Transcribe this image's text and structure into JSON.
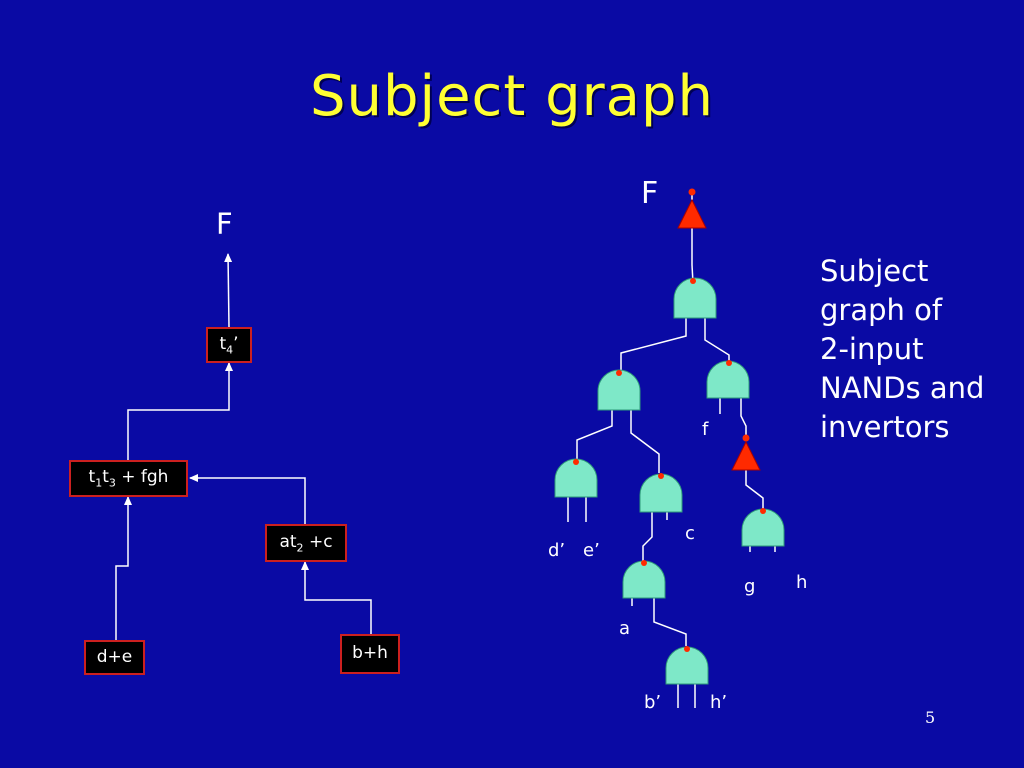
{
  "slide": {
    "title": "Subject graph",
    "number": "5"
  },
  "left_graph": {
    "output": "F",
    "nodes": {
      "t4": {
        "main": "t",
        "sub": "4",
        "suffix": "’"
      },
      "t1t3": {
        "a": "t",
        "sub1": "1",
        "b": "t",
        "sub2": "3",
        "rest": " + fgh"
      },
      "at2": {
        "main": "at",
        "sub": "2",
        "rest": " +c"
      },
      "de": "d+e",
      "bh": "b+h"
    }
  },
  "right_graph": {
    "output": "F",
    "labels": {
      "f": "f",
      "c": "c",
      "d": "d’",
      "e": "e’",
      "g": "g",
      "h": "h",
      "a": "a",
      "b": "b’",
      "hp": "h’"
    }
  },
  "caption": {
    "lines": [
      "Subject",
      "graph of",
      "2-input",
      "NANDs and",
      "invertors"
    ]
  },
  "colors": {
    "background": "#0a0aa4",
    "title": "#ffff33",
    "gate": "#7ee8c8",
    "invertor": "#ff2a00",
    "node_border": "#cc2020"
  }
}
